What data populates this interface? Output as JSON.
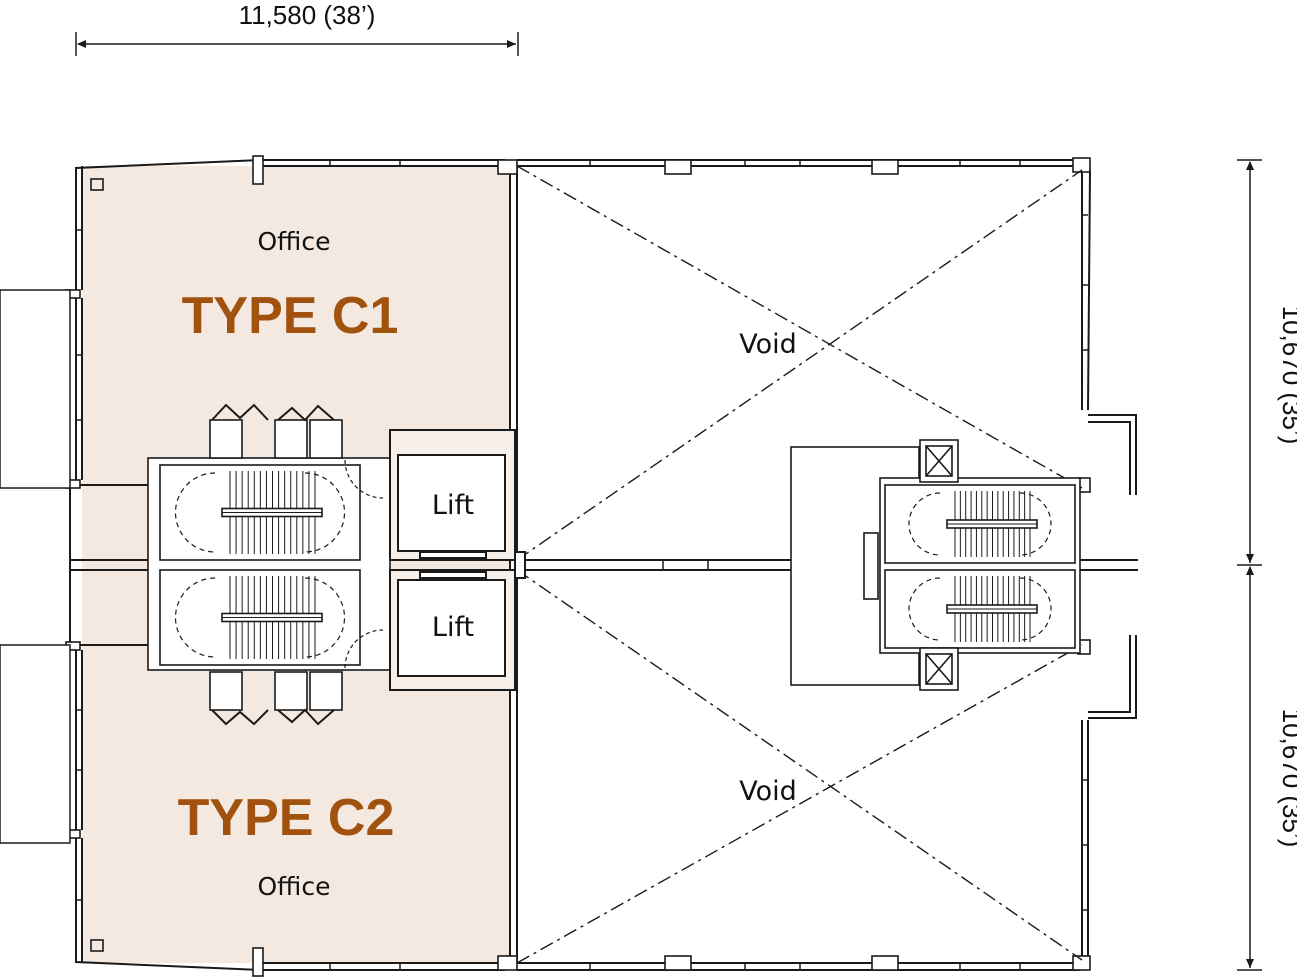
{
  "dimensions": {
    "top": "11,580 (38’)",
    "right_upper": "10,670 (35’)",
    "right_lower": "10,670 (35’)"
  },
  "units": {
    "c1": {
      "type_label": "TYPE C1",
      "room_label": "Office"
    },
    "c2": {
      "type_label": "TYPE C2",
      "room_label": "Office"
    }
  },
  "voids": {
    "upper": "Void",
    "lower": "Void"
  },
  "lifts": {
    "upper": "Lift",
    "lower": "Lift"
  },
  "colors": {
    "unit_fill": "#f4e9e1",
    "type_label": "#a2520f",
    "line": "#1a1a1a"
  }
}
